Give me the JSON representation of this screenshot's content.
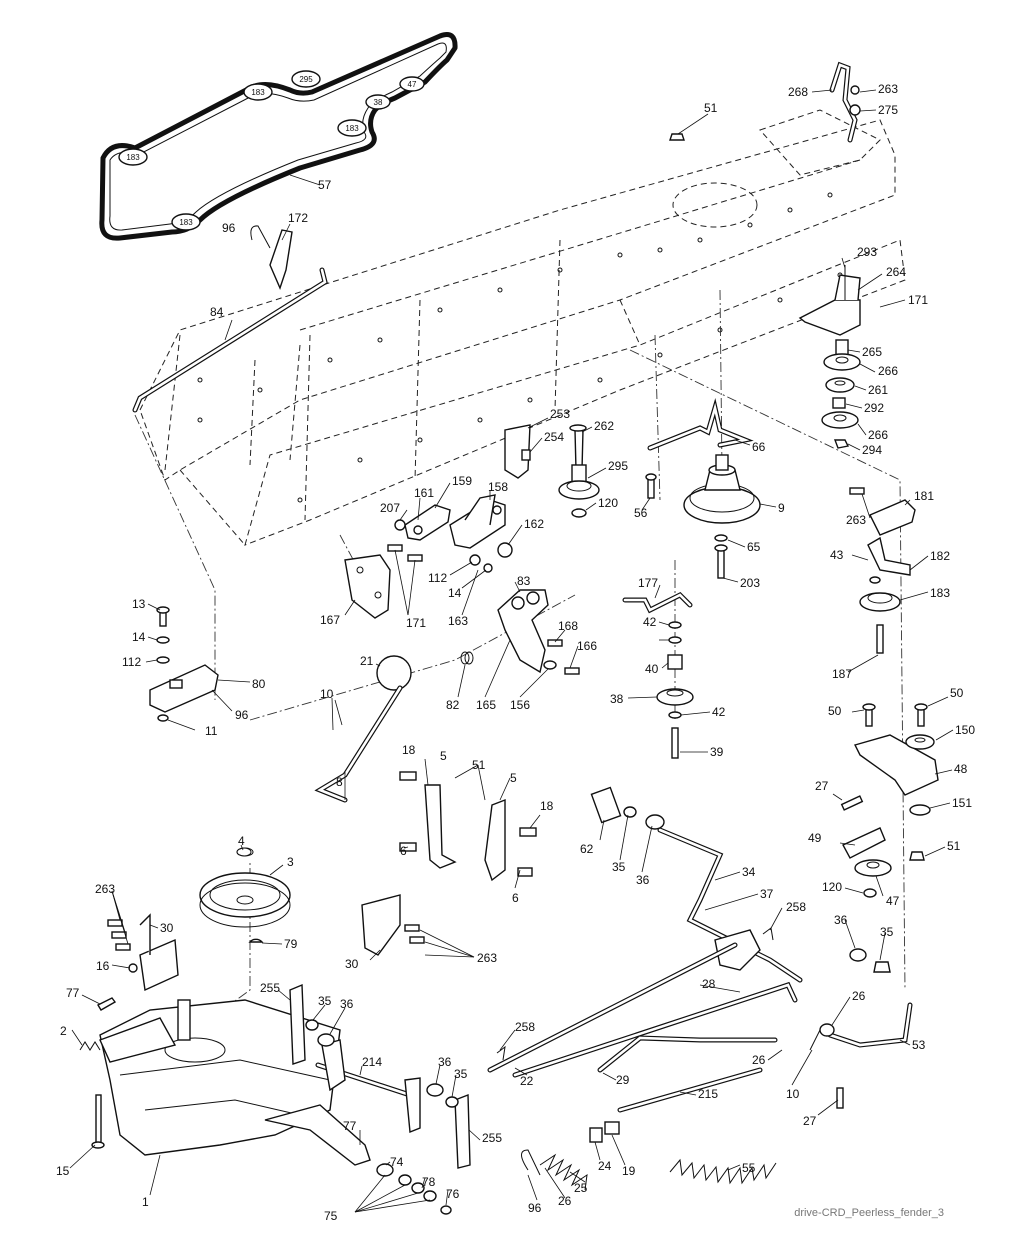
{
  "belt_tags": [
    "183",
    "295",
    "47",
    "38",
    "183",
    "183",
    "183"
  ],
  "callouts": [
    {
      "id": "57",
      "text": "57"
    },
    {
      "id": "268",
      "text": "268"
    },
    {
      "id": "263a",
      "text": "263"
    },
    {
      "id": "275",
      "text": "275"
    },
    {
      "id": "51a",
      "text": "51"
    },
    {
      "id": "172",
      "text": "172"
    },
    {
      "id": "96a",
      "text": "96"
    },
    {
      "id": "84",
      "text": "84"
    },
    {
      "id": "293",
      "text": "293"
    },
    {
      "id": "264",
      "text": "264"
    },
    {
      "id": "171a",
      "text": "171"
    },
    {
      "id": "265",
      "text": "265"
    },
    {
      "id": "266a",
      "text": "266"
    },
    {
      "id": "261",
      "text": "261"
    },
    {
      "id": "292",
      "text": "292"
    },
    {
      "id": "266b",
      "text": "266"
    },
    {
      "id": "294",
      "text": "294"
    },
    {
      "id": "253",
      "text": "253"
    },
    {
      "id": "254",
      "text": "254"
    },
    {
      "id": "262",
      "text": "262"
    },
    {
      "id": "66",
      "text": "66"
    },
    {
      "id": "295",
      "text": "295"
    },
    {
      "id": "120a",
      "text": "120"
    },
    {
      "id": "56",
      "text": "56"
    },
    {
      "id": "9",
      "text": "9"
    },
    {
      "id": "181",
      "text": "181"
    },
    {
      "id": "263b",
      "text": "263"
    },
    {
      "id": "207",
      "text": "207"
    },
    {
      "id": "161",
      "text": "161"
    },
    {
      "id": "159",
      "text": "159"
    },
    {
      "id": "158",
      "text": "158"
    },
    {
      "id": "162",
      "text": "162"
    },
    {
      "id": "65",
      "text": "65"
    },
    {
      "id": "43",
      "text": "43"
    },
    {
      "id": "182",
      "text": "182"
    },
    {
      "id": "112a",
      "text": "112"
    },
    {
      "id": "14a",
      "text": "14"
    },
    {
      "id": "83",
      "text": "83"
    },
    {
      "id": "203",
      "text": "203"
    },
    {
      "id": "183",
      "text": "183"
    },
    {
      "id": "167",
      "text": "167"
    },
    {
      "id": "171b",
      "text": "171"
    },
    {
      "id": "163",
      "text": "163"
    },
    {
      "id": "177",
      "text": "177"
    },
    {
      "id": "13",
      "text": "13"
    },
    {
      "id": "168",
      "text": "168"
    },
    {
      "id": "166",
      "text": "166"
    },
    {
      "id": "42a",
      "text": "42"
    },
    {
      "id": "14b",
      "text": "14"
    },
    {
      "id": "21",
      "text": "21"
    },
    {
      "id": "187",
      "text": "187"
    },
    {
      "id": "112b",
      "text": "112"
    },
    {
      "id": "80",
      "text": "80"
    },
    {
      "id": "40",
      "text": "40"
    },
    {
      "id": "82",
      "text": "82"
    },
    {
      "id": "165",
      "text": "165"
    },
    {
      "id": "156",
      "text": "156"
    },
    {
      "id": "38",
      "text": "38"
    },
    {
      "id": "10a",
      "text": "10"
    },
    {
      "id": "96b",
      "text": "96"
    },
    {
      "id": "42b",
      "text": "42"
    },
    {
      "id": "50a",
      "text": "50"
    },
    {
      "id": "50b",
      "text": "50"
    },
    {
      "id": "11",
      "text": "11"
    },
    {
      "id": "150",
      "text": "150"
    },
    {
      "id": "39",
      "text": "39"
    },
    {
      "id": "18a",
      "text": "18"
    },
    {
      "id": "5a",
      "text": "5"
    },
    {
      "id": "51b",
      "text": "51"
    },
    {
      "id": "5b",
      "text": "5"
    },
    {
      "id": "8",
      "text": "8"
    },
    {
      "id": "27a",
      "text": "27"
    },
    {
      "id": "48",
      "text": "48"
    },
    {
      "id": "18b",
      "text": "18"
    },
    {
      "id": "151",
      "text": "151"
    },
    {
      "id": "62",
      "text": "62"
    },
    {
      "id": "4",
      "text": "4"
    },
    {
      "id": "6a",
      "text": "6"
    },
    {
      "id": "35a",
      "text": "35"
    },
    {
      "id": "36a",
      "text": "36"
    },
    {
      "id": "49",
      "text": "49"
    },
    {
      "id": "51c",
      "text": "51"
    },
    {
      "id": "3",
      "text": "3"
    },
    {
      "id": "34",
      "text": "34"
    },
    {
      "id": "37",
      "text": "37"
    },
    {
      "id": "120b",
      "text": "120"
    },
    {
      "id": "47",
      "text": "47"
    },
    {
      "id": "263c",
      "text": "263"
    },
    {
      "id": "30a",
      "text": "30"
    },
    {
      "id": "6b",
      "text": "6"
    },
    {
      "id": "258a",
      "text": "258"
    },
    {
      "id": "79",
      "text": "79"
    },
    {
      "id": "36b",
      "text": "36"
    },
    {
      "id": "35b",
      "text": "35"
    },
    {
      "id": "16",
      "text": "16"
    },
    {
      "id": "30b",
      "text": "30"
    },
    {
      "id": "263d",
      "text": "263"
    },
    {
      "id": "77a",
      "text": "77"
    },
    {
      "id": "255a",
      "text": "255"
    },
    {
      "id": "28",
      "text": "28"
    },
    {
      "id": "26a",
      "text": "26"
    },
    {
      "id": "2",
      "text": "2"
    },
    {
      "id": "35c",
      "text": "35"
    },
    {
      "id": "36c",
      "text": "36"
    },
    {
      "id": "258b",
      "text": "258"
    },
    {
      "id": "26b",
      "text": "26"
    },
    {
      "id": "53",
      "text": "53"
    },
    {
      "id": "214",
      "text": "214"
    },
    {
      "id": "36d",
      "text": "36"
    },
    {
      "id": "35d",
      "text": "35"
    },
    {
      "id": "22",
      "text": "22"
    },
    {
      "id": "29",
      "text": "29"
    },
    {
      "id": "10b",
      "text": "10"
    },
    {
      "id": "215",
      "text": "215"
    },
    {
      "id": "15",
      "text": "15"
    },
    {
      "id": "27b",
      "text": "27"
    },
    {
      "id": "255b",
      "text": "255"
    },
    {
      "id": "77b",
      "text": "77"
    },
    {
      "id": "1",
      "text": "1"
    },
    {
      "id": "74",
      "text": "74"
    },
    {
      "id": "24",
      "text": "24"
    },
    {
      "id": "19",
      "text": "19"
    },
    {
      "id": "25",
      "text": "25"
    },
    {
      "id": "55",
      "text": "55"
    },
    {
      "id": "78",
      "text": "78"
    },
    {
      "id": "76",
      "text": "76"
    },
    {
      "id": "75",
      "text": "75"
    },
    {
      "id": "96c",
      "text": "96"
    },
    {
      "id": "26c",
      "text": "26"
    }
  ],
  "caption": "drive-CRD_Peerless_fender_3"
}
